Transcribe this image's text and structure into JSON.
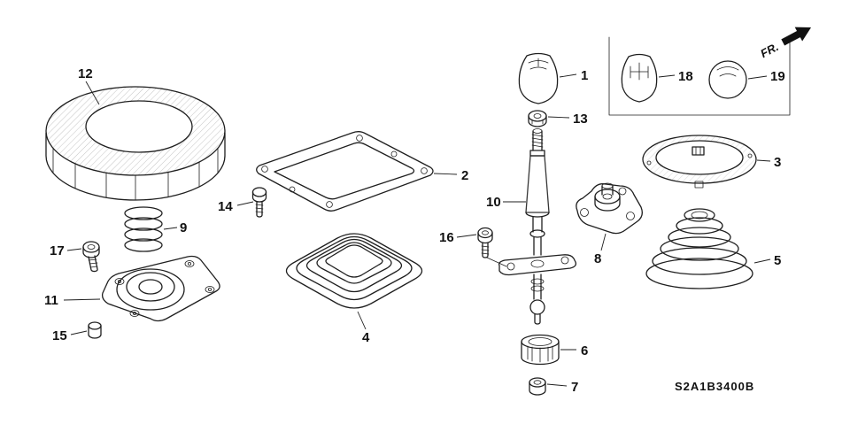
{
  "diagram": {
    "code": "S2A1B3400B",
    "direction_label": "FR."
  },
  "callouts": {
    "c1": "1",
    "c2": "2",
    "c3": "3",
    "c4": "4",
    "c5": "5",
    "c6": "6",
    "c7": "7",
    "c8": "8",
    "c9": "9",
    "c10": "10",
    "c11": "11",
    "c12": "12",
    "c13": "13",
    "c14": "14",
    "c15": "15",
    "c16": "16",
    "c17": "17",
    "c18": "18",
    "c19": "19"
  }
}
